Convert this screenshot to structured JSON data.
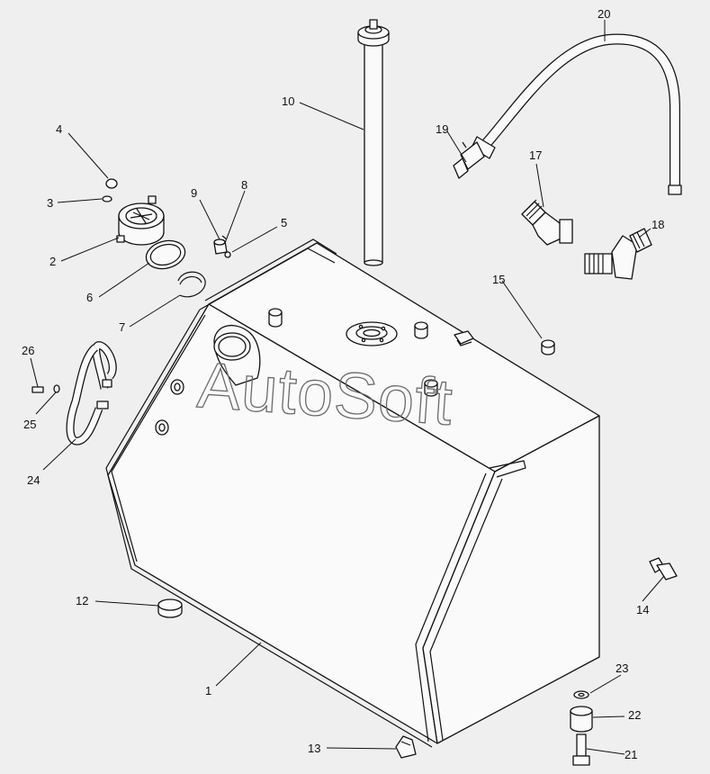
{
  "watermark": "AutoSoft",
  "callouts": [
    {
      "id": "c1",
      "label": "1"
    },
    {
      "id": "c2",
      "label": "2"
    },
    {
      "id": "c3",
      "label": "3"
    },
    {
      "id": "c4",
      "label": "4"
    },
    {
      "id": "c5",
      "label": "5"
    },
    {
      "id": "c6",
      "label": "6"
    },
    {
      "id": "c7",
      "label": "7"
    },
    {
      "id": "c8",
      "label": "8"
    },
    {
      "id": "c9",
      "label": "9"
    },
    {
      "id": "c10",
      "label": "10"
    },
    {
      "id": "c12",
      "label": "12"
    },
    {
      "id": "c13",
      "label": "13"
    },
    {
      "id": "c14",
      "label": "14"
    },
    {
      "id": "c15",
      "label": "15"
    },
    {
      "id": "c17",
      "label": "17"
    },
    {
      "id": "c18",
      "label": "18"
    },
    {
      "id": "c19",
      "label": "19"
    },
    {
      "id": "c20",
      "label": "20"
    },
    {
      "id": "c21",
      "label": "21"
    },
    {
      "id": "c22",
      "label": "22"
    },
    {
      "id": "c23",
      "label": "23"
    },
    {
      "id": "c24",
      "label": "24"
    },
    {
      "id": "c25",
      "label": "25"
    },
    {
      "id": "c26",
      "label": "26"
    }
  ]
}
